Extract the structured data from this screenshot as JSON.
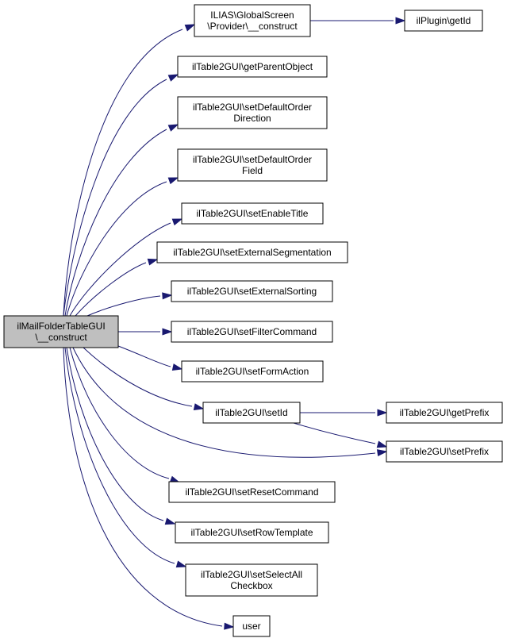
{
  "colors": {
    "root_fill": "#bfbfbf",
    "node_fill": "#ffffff",
    "border": "#000000",
    "edge": "#191970"
  },
  "nodes": [
    {
      "id": "root",
      "lines": [
        "ilMailFolderTableGUI",
        "\\__construct"
      ]
    },
    {
      "id": "gs_provider",
      "lines": [
        "ILIAS\\GlobalScreen",
        "\\Provider\\__construct"
      ]
    },
    {
      "id": "plugin_getid",
      "lines": [
        "ilPlugin\\getId"
      ]
    },
    {
      "id": "get_parent_object",
      "lines": [
        "ilTable2GUI\\getParentObject"
      ]
    },
    {
      "id": "set_default_order_direction",
      "lines": [
        "ilTable2GUI\\setDefaultOrder",
        "Direction"
      ]
    },
    {
      "id": "set_default_order_field",
      "lines": [
        "ilTable2GUI\\setDefaultOrder",
        "Field"
      ]
    },
    {
      "id": "set_enable_title",
      "lines": [
        "ilTable2GUI\\setEnableTitle"
      ]
    },
    {
      "id": "set_external_segmentation",
      "lines": [
        "ilTable2GUI\\setExternalSegmentation"
      ]
    },
    {
      "id": "set_external_sorting",
      "lines": [
        "ilTable2GUI\\setExternalSorting"
      ]
    },
    {
      "id": "set_filter_command",
      "lines": [
        "ilTable2GUI\\setFilterCommand"
      ]
    },
    {
      "id": "set_form_action",
      "lines": [
        "ilTable2GUI\\setFormAction"
      ]
    },
    {
      "id": "set_id",
      "lines": [
        "ilTable2GUI\\setId"
      ]
    },
    {
      "id": "get_prefix",
      "lines": [
        "ilTable2GUI\\getPrefix"
      ]
    },
    {
      "id": "set_prefix",
      "lines": [
        "ilTable2GUI\\setPrefix"
      ]
    },
    {
      "id": "set_reset_command",
      "lines": [
        "ilTable2GUI\\setResetCommand"
      ]
    },
    {
      "id": "set_row_template",
      "lines": [
        "ilTable2GUI\\setRowTemplate"
      ]
    },
    {
      "id": "set_select_all_checkbox",
      "lines": [
        "ilTable2GUI\\setSelectAll",
        "Checkbox"
      ]
    },
    {
      "id": "user",
      "lines": [
        "user"
      ]
    }
  ],
  "edges": [
    {
      "from": "root",
      "to": "gs_provider"
    },
    {
      "from": "root",
      "to": "get_parent_object"
    },
    {
      "from": "root",
      "to": "set_default_order_direction"
    },
    {
      "from": "root",
      "to": "set_default_order_field"
    },
    {
      "from": "root",
      "to": "set_enable_title"
    },
    {
      "from": "root",
      "to": "set_external_segmentation"
    },
    {
      "from": "root",
      "to": "set_external_sorting"
    },
    {
      "from": "root",
      "to": "set_filter_command"
    },
    {
      "from": "root",
      "to": "set_form_action"
    },
    {
      "from": "root",
      "to": "set_id"
    },
    {
      "from": "root",
      "to": "set_prefix"
    },
    {
      "from": "root",
      "to": "set_reset_command"
    },
    {
      "from": "root",
      "to": "set_row_template"
    },
    {
      "from": "root",
      "to": "set_select_all_checkbox"
    },
    {
      "from": "root",
      "to": "user"
    },
    {
      "from": "gs_provider",
      "to": "plugin_getid"
    },
    {
      "from": "set_id",
      "to": "get_prefix"
    },
    {
      "from": "set_id",
      "to": "set_prefix"
    }
  ]
}
